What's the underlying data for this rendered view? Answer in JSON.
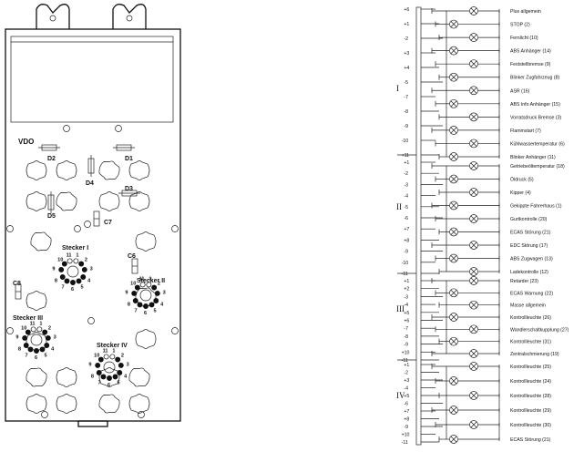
{
  "panel": {
    "brand": "VDO",
    "diodes": [
      "D2",
      "D1",
      "D4",
      "D3",
      "D5"
    ],
    "capacitors": [
      "C7",
      "C6",
      "C8"
    ],
    "connectors": [
      {
        "name": "Stecker I",
        "pins": [
          "11",
          "1",
          "10",
          "2",
          "9",
          "3",
          "8",
          "4",
          "7",
          "6",
          "5"
        ]
      },
      {
        "name": "Stecker II",
        "pins": [
          "11",
          "1",
          "10",
          "2",
          "9",
          "3",
          "8",
          "4",
          "7",
          "6",
          "5"
        ]
      },
      {
        "name": "Stecker III",
        "pins": [
          "11",
          "1",
          "10",
          "2",
          "9",
          "3",
          "8",
          "4",
          "7",
          "6",
          "5"
        ]
      },
      {
        "name": "Stecker IV",
        "pins": [
          "11",
          "1",
          "10",
          "2",
          "9",
          "3",
          "8",
          "4",
          "7",
          "6",
          "5"
        ]
      }
    ]
  },
  "schematic": {
    "groups": [
      {
        "roman": "I",
        "pins": [
          "+6",
          "+1",
          "-2",
          "+3",
          "+4",
          "-5",
          "-7",
          "-8",
          "-9",
          "-10",
          "+11"
        ],
        "labels": [
          "Plus allgemein",
          "STOP (2)",
          "Fernlicht (10)",
          "ABS Anhänger (14)",
          "Feststellbremse (9)",
          "Blinker Zugfahrzeug (8)",
          "ASR (16)",
          "ABS Info Anhänger (15)",
          "Vorratsdruck Bremse (3)",
          "Flammstart (7)",
          "Kühlwassertemperatur (6)",
          "Blinker Anhänger (11)"
        ]
      },
      {
        "roman": "II",
        "pins": [
          "+1",
          "-2",
          "-3",
          "-4",
          "-5",
          "-6",
          "+7",
          "+8",
          "-9",
          "-10",
          "-11"
        ],
        "labels": [
          "Getriebeöltemperatur (18)",
          "Öldruck (5)",
          "Kipper (4)",
          "Gekippte Fahrerhaus (1)",
          "Gurtkontrolle (20)",
          "ECAS Störung (21)",
          "EDC Störung (17)",
          "ABS Zugwagen (13)",
          "Ladekontrolle (12)"
        ]
      },
      {
        "roman": "III",
        "pins": [
          "+1",
          "+2",
          "-3",
          "-4",
          "+5",
          "+6",
          "-7",
          "-8",
          "-9",
          "+10",
          "-11"
        ],
        "labels": [
          "Retarder (23)",
          "ECAS Warnung (22)",
          "Masse allgemein",
          "Kontrollleuchte (26)",
          "Wandlerschaltkupplung (27)",
          "Kontrollleuchte (31)",
          "Zentralschmierung (19)"
        ]
      },
      {
        "roman": "IV",
        "pins": [
          "+1",
          "-2",
          "+3",
          "-4",
          "+5",
          "-6",
          "+7",
          "+8",
          "-9",
          "+10",
          "-11"
        ],
        "labels": [
          "Kontrollleuchte (25)",
          "Kontrollleuchte (24)",
          "Kontrollleuchte (28)",
          "Kontrollleuchte (29)",
          "Kontrollleuchte (30)",
          "ECAS Störung (21)"
        ]
      }
    ]
  }
}
